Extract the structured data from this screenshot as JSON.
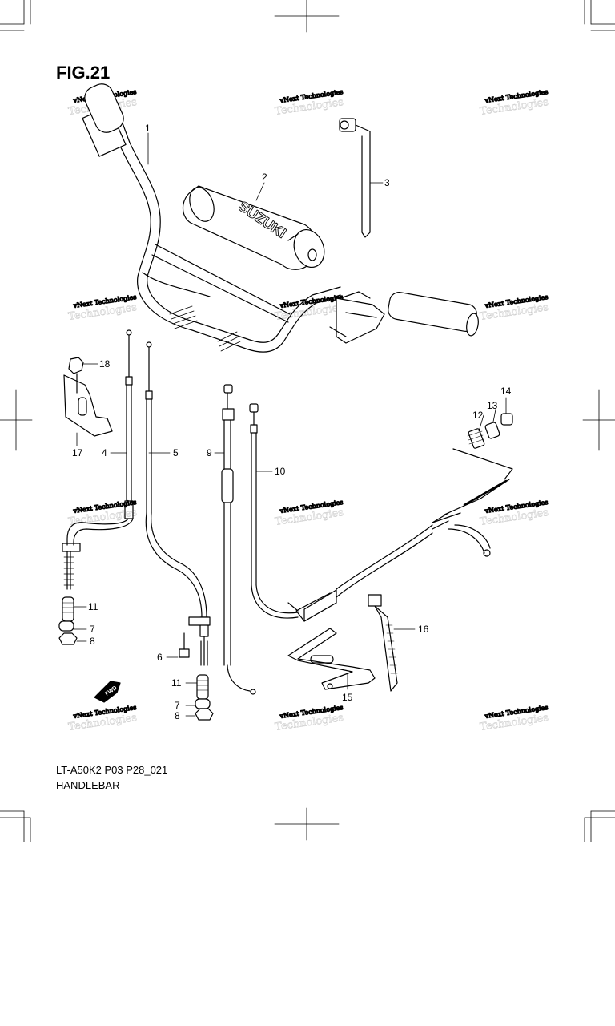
{
  "figure": {
    "title": "FIG.21"
  },
  "caption": {
    "model_code": "LT-A50K2 P03 P28_021",
    "section_name": "HANDLEBAR"
  },
  "watermark": {
    "line1": "vNext Technologies",
    "line2": "Technologies"
  },
  "fwd_label": "FWD",
  "grip_brand": "SUZUKI",
  "callouts": {
    "c1": "1",
    "c2": "2",
    "c3": "3",
    "c4": "4",
    "c5": "5",
    "c6": "6",
    "c7a": "7",
    "c7b": "7",
    "c8a": "8",
    "c8b": "8",
    "c9": "9",
    "c10": "10",
    "c11a": "11",
    "c11b": "11",
    "c12": "12",
    "c13": "13",
    "c14": "14",
    "c15": "15",
    "c16": "16",
    "c17": "17",
    "c18": "18"
  }
}
